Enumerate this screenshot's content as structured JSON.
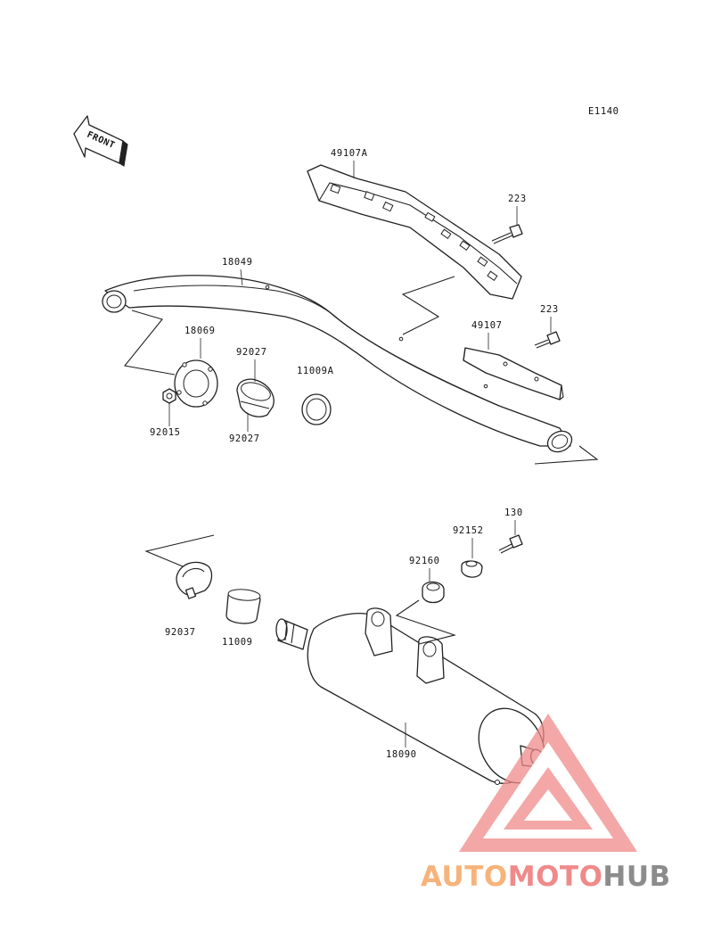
{
  "diagram_code": "E1140",
  "front_label": "FRONT",
  "part_labels": {
    "p49107A": "49107A",
    "p223_top": "223",
    "p18049": "18049",
    "p223_mid": "223",
    "p49107": "49107",
    "p18069": "18069",
    "p92027_top": "92027",
    "p11009A": "11009A",
    "p92015": "92015",
    "p92027_bot": "92027",
    "p130": "130",
    "p92152": "92152",
    "p92160": "92160",
    "p92037": "92037",
    "p11009": "11009",
    "p18090": "18090"
  },
  "watermark": {
    "part1": "AUTO",
    "part2": "MOTO",
    "part3": "HUB",
    "color_orange": "#f6b37a",
    "color_red": "#f08a8a",
    "color_gray": "#8c8c8c"
  }
}
